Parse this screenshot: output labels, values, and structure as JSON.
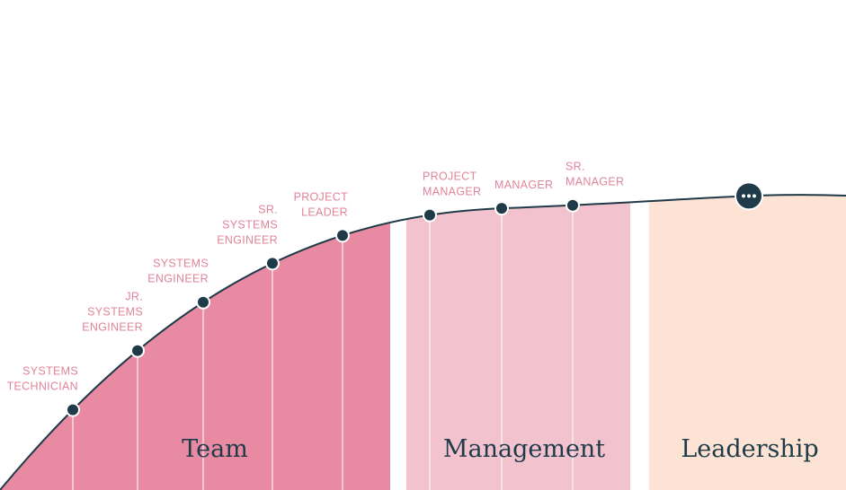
{
  "colors": {
    "team": "#e88aa2",
    "management": "#f2c3cf",
    "leadership": "#fce3d4",
    "curve": "#1f3a48",
    "node": "#1f3a48",
    "label": "#e0849c",
    "band_text": "#1f3a48"
  },
  "bands": [
    {
      "id": "team",
      "label": "Team"
    },
    {
      "id": "management",
      "label": "Management"
    },
    {
      "id": "leadership",
      "label": "Leadership"
    }
  ],
  "nodes": [
    {
      "id": "systems-technician",
      "band": "team",
      "lines": [
        "SYSTEMS",
        "TECHNICIAN"
      ],
      "align": "right"
    },
    {
      "id": "jr-systems-engineer",
      "band": "team",
      "lines": [
        "JR.",
        "SYSTEMS",
        "ENGINEER"
      ],
      "align": "right"
    },
    {
      "id": "systems-engineer",
      "band": "team",
      "lines": [
        "SYSTEMS",
        "ENGINEER"
      ],
      "align": "right"
    },
    {
      "id": "sr-systems-engineer",
      "band": "team",
      "lines": [
        "SR.",
        "SYSTEMS",
        "ENGINEER"
      ],
      "align": "right"
    },
    {
      "id": "project-leader",
      "band": "team",
      "lines": [
        "PROJECT",
        "LEADER"
      ],
      "align": "right"
    },
    {
      "id": "project-manager",
      "band": "management",
      "lines": [
        "PROJECT",
        "MANAGER"
      ],
      "align": "left"
    },
    {
      "id": "manager",
      "band": "management",
      "lines": [
        "MANAGER"
      ],
      "align": "left"
    },
    {
      "id": "sr-manager",
      "band": "management",
      "lines": [
        "SR.",
        "MANAGER"
      ],
      "align": "left"
    }
  ],
  "more_button": {
    "icon": "ellipsis-icon",
    "glyph": "•••"
  }
}
